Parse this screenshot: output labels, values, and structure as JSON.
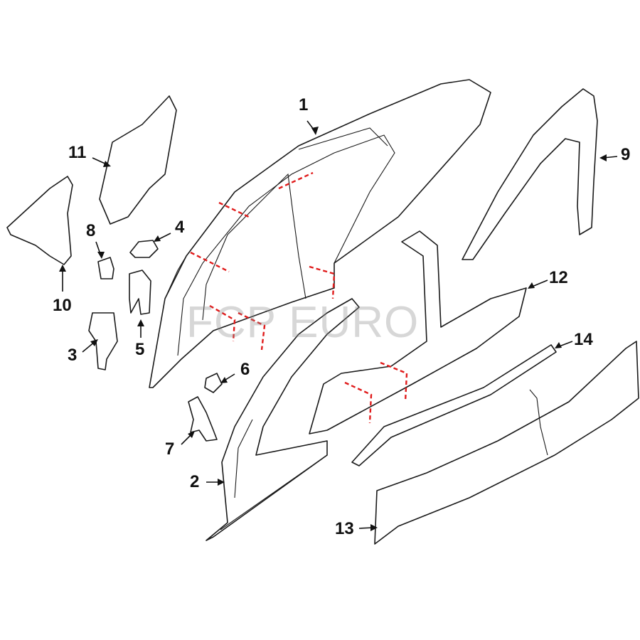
{
  "diagram": {
    "title": "Body side panel components",
    "watermark": "FCP EURO",
    "callouts": [
      "1",
      "2",
      "3",
      "4",
      "5",
      "6",
      "7",
      "8",
      "9",
      "10",
      "11",
      "12",
      "13",
      "14"
    ],
    "colors": {
      "line": "#1a1a1a",
      "cut_line": "#e01b1b",
      "watermark": "#8c8c8c"
    }
  }
}
